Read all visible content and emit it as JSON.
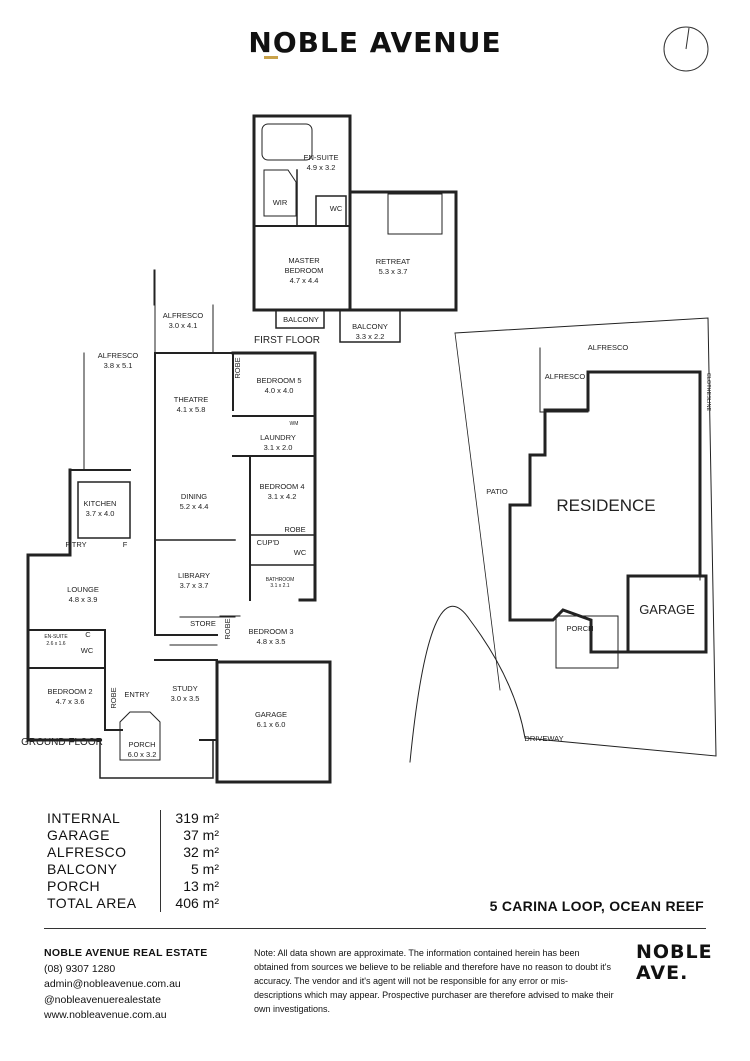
{
  "brand": {
    "name": "NOBLE AVENUE",
    "short_line1": "NOBLE",
    "short_line2": "AVE.",
    "accent": "#c9a24a"
  },
  "compass": {
    "icon": "north-arrow-icon"
  },
  "rooms": {
    "ensuite_up": {
      "name": "EN-SUITE",
      "dims": "4.9 x 3.2"
    },
    "wir": {
      "name": "WIR"
    },
    "wc_up": {
      "name": "WC"
    },
    "master": {
      "name": "MASTER",
      "name2": "BEDROOM",
      "dims": "4.7 x 4.4"
    },
    "retreat": {
      "name": "RETREAT",
      "dims": "5.3 x 3.7"
    },
    "balcony1": {
      "name": "BALCONY"
    },
    "balcony2": {
      "name": "BALCONY",
      "dims": "3.3 x 2.2"
    },
    "first_floor": {
      "name": "FIRST FLOOR"
    },
    "alfresco1": {
      "name": "ALFRESCO",
      "dims": "3.0 x 4.1"
    },
    "alfresco2": {
      "name": "ALFRESCO",
      "dims": "3.8 x 5.1"
    },
    "theatre": {
      "name": "THEATRE",
      "dims": "4.1 x 5.8"
    },
    "robe1": {
      "name": "ROBE"
    },
    "bed5": {
      "name": "BEDROOM 5",
      "dims": "4.0 x 4.0"
    },
    "wm": {
      "name": "WM"
    },
    "laundry": {
      "name": "LAUNDRY",
      "dims": "3.1 x 2.0"
    },
    "bed4": {
      "name": "BEDROOM 4",
      "dims": "3.1 x 4.2"
    },
    "robe2": {
      "name": "ROBE"
    },
    "kitchen": {
      "name": "KITCHEN",
      "dims": "3.7 x 4.0"
    },
    "dining": {
      "name": "DINING",
      "dims": "5.2 x 4.4"
    },
    "ptry": {
      "name": "P'TRY"
    },
    "f": {
      "name": "F"
    },
    "cupd": {
      "name": "CUP'D"
    },
    "wc1": {
      "name": "WC"
    },
    "bathroom": {
      "name": "BATHROOM",
      "dims": "3.1 x 2.1"
    },
    "lounge": {
      "name": "LOUNGE",
      "dims": "4.8 x 3.9"
    },
    "library": {
      "name": "LIBRARY",
      "dims": "3.7 x 3.7"
    },
    "store": {
      "name": "STORE"
    },
    "robe3": {
      "name": "ROBE"
    },
    "bed3": {
      "name": "BEDROOM 3",
      "dims": "4.8 x 3.5"
    },
    "ensuite_down": {
      "name": "EN-SUITE",
      "dims": "2.6 x 1.6"
    },
    "c": {
      "name": "C"
    },
    "wc2": {
      "name": "WC"
    },
    "bed2": {
      "name": "BEDROOM 2",
      "dims": "4.7 x 3.6"
    },
    "robe4": {
      "name": "ROBE"
    },
    "entry": {
      "name": "ENTRY"
    },
    "study": {
      "name": "STUDY",
      "dims": "3.0 x 3.5"
    },
    "garage": {
      "name": "GARAGE",
      "dims": "6.1 x 6.0"
    },
    "porch": {
      "name": "PORCH",
      "dims": "6.0 x 3.2"
    },
    "ground_floor": {
      "name": "GROUND FLOOR"
    }
  },
  "site": {
    "alfresco_a": "ALFRESCO",
    "alfresco_b": "ALFRESCO",
    "clothesline": "CLOTHESLINE",
    "patio": "PATIO",
    "residence": "RESIDENCE",
    "garage": "GARAGE",
    "porch": "PORCH",
    "driveway": "DRIVEWAY"
  },
  "areas": [
    {
      "label": "INTERNAL",
      "value": "319 m²"
    },
    {
      "label": "GARAGE",
      "value": "37 m²"
    },
    {
      "label": "ALFRESCO",
      "value": "32 m²"
    },
    {
      "label": "BALCONY",
      "value": "5 m²"
    },
    {
      "label": "PORCH",
      "value": "13 m²"
    },
    {
      "label": "TOTAL AREA",
      "value": "406 m²"
    }
  ],
  "address": "5 CARINA LOOP, OCEAN REEF",
  "contact": {
    "company": "NOBLE AVENUE REAL ESTATE",
    "phone": "(08) 9307 1280",
    "email": "admin@nobleavenue.com.au",
    "social": "@nobleavenuerealestate",
    "web": "www.nobleavenue.com.au"
  },
  "note": "Note: All data shown are approximate. The information contained herein has been obtained from sources we believe to be reliable and therefore have no reason to doubt it's accuracy. The vendor and it's agent will not be responsible for any error or mis-descriptions which may appear. Prospective purchaser are therefore advised to make their own investigations."
}
